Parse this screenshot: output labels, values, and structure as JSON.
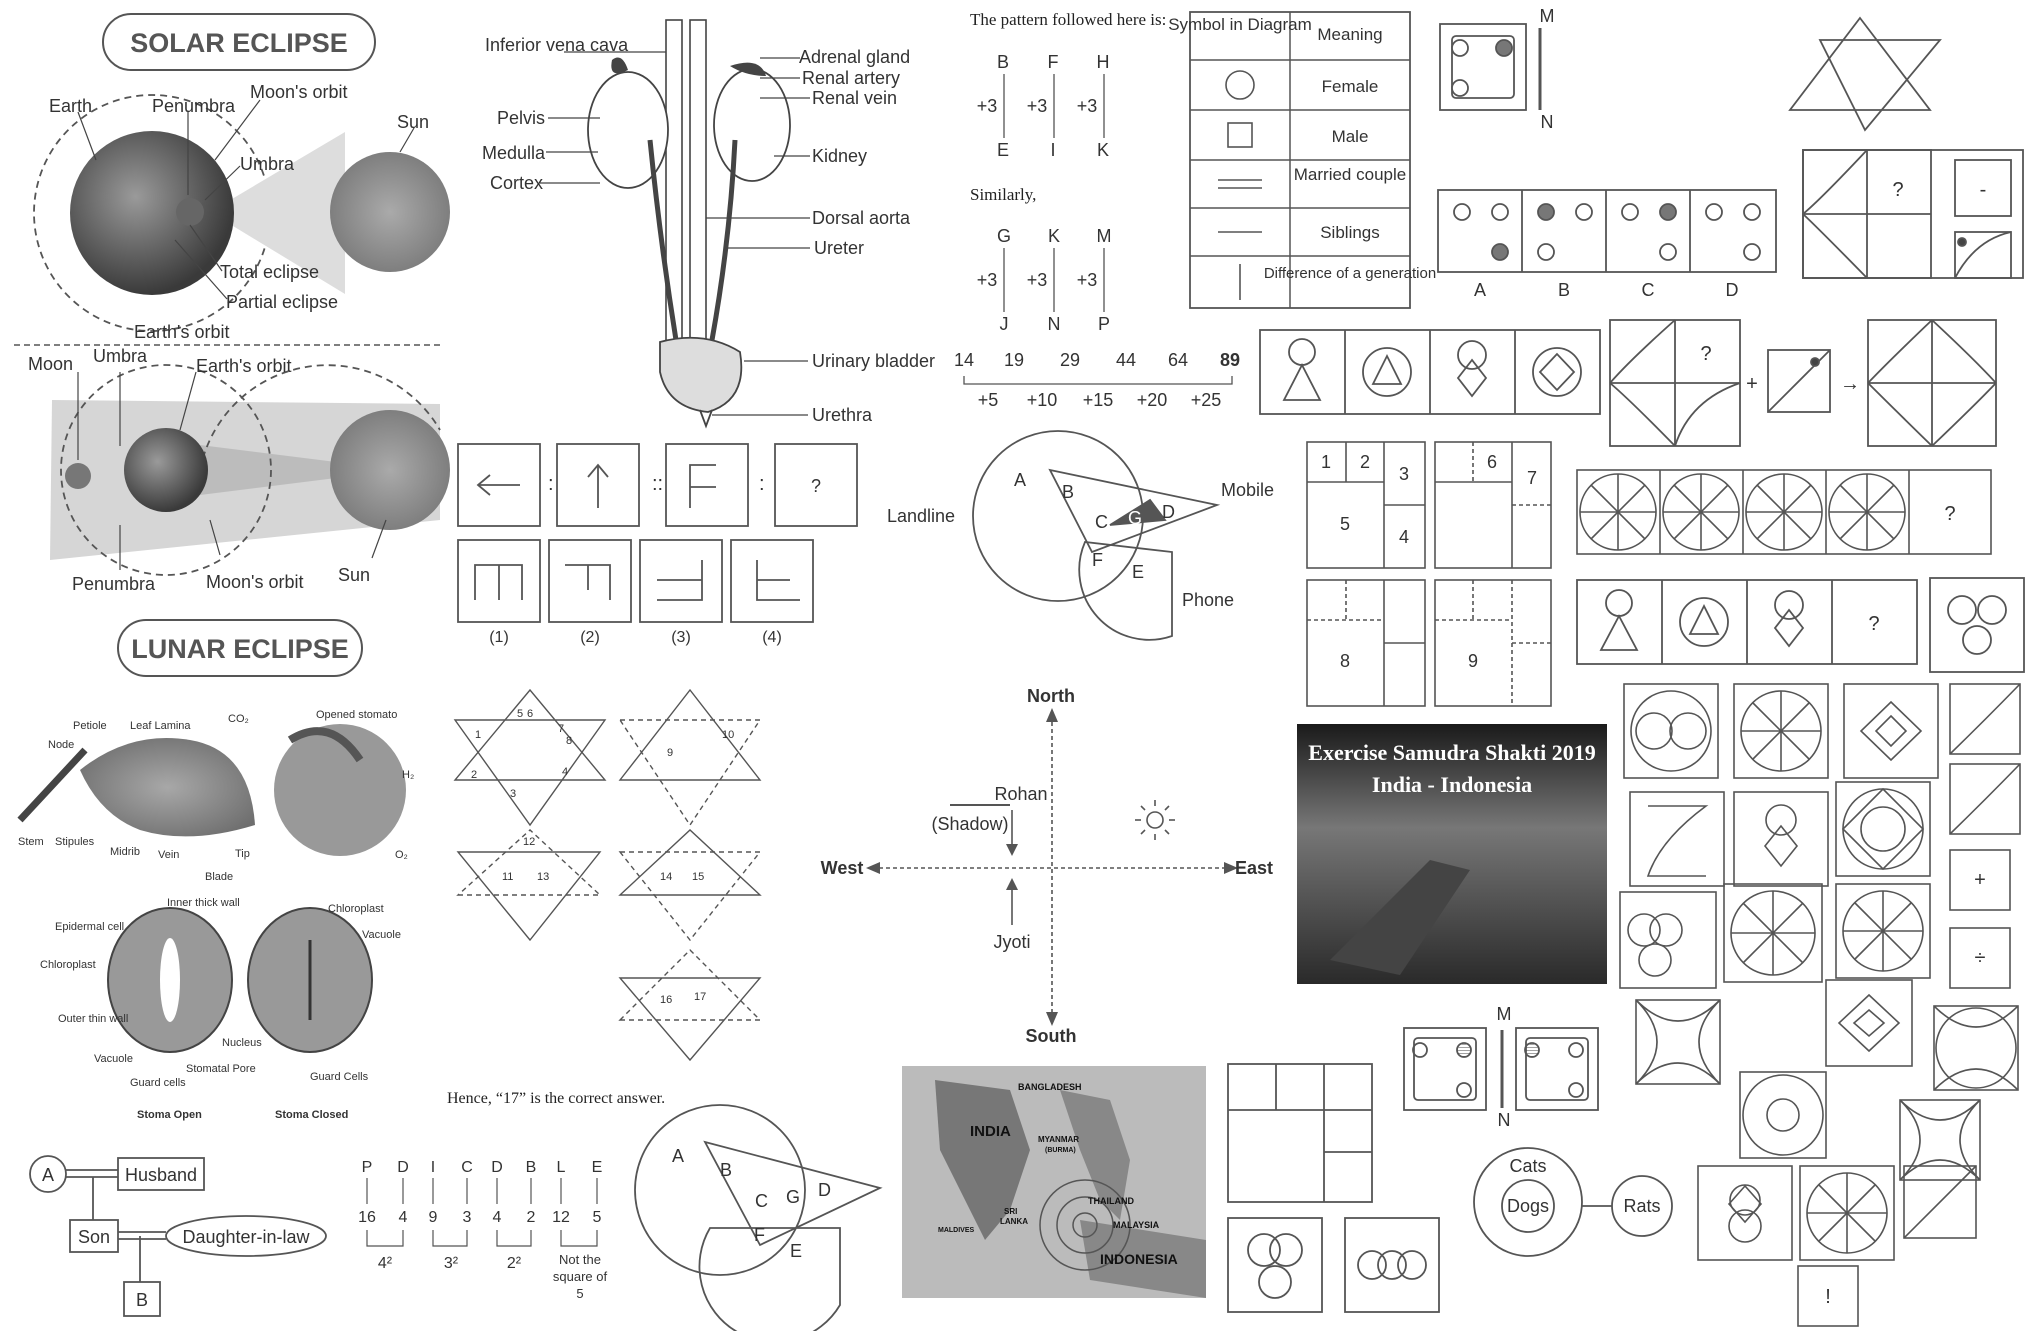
{
  "solar": {
    "title": "SOLAR ECLIPSE",
    "labels": [
      "Earth",
      "Penumbra",
      "Moon's orbit",
      "Sun",
      "Umbra",
      "Total eclipse",
      "Partial eclipse",
      "Earth's orbit"
    ]
  },
  "lunar": {
    "title": "LUNAR ECLIPSE",
    "labels": [
      "Moon",
      "Umbra",
      "Earth's orbit",
      "Penumbra",
      "Moon's orbit",
      "Sun"
    ]
  },
  "kidney": {
    "labels_left": [
      "Inferior vena cava",
      "Pelvis",
      "Medulla",
      "Cortex"
    ],
    "labels_right": [
      "Adrenal gland",
      "Renal artery",
      "Renal vein",
      "Kidney",
      "Dorsal aorta",
      "Ureter",
      "Urinary bladder",
      "Urethra"
    ]
  },
  "leaf": {
    "labels": [
      "Petiole",
      "Leaf Lamina",
      "Node",
      "Stem",
      "Stipules",
      "Midrib",
      "Vein",
      "Blade",
      "Tip",
      "CO₂",
      "Opened stomato",
      "H₂",
      "O₂"
    ]
  },
  "stoma": {
    "labels": [
      "Inner thick wall",
      "Chloroplast",
      "Epidermal cell",
      "Chloroplast",
      "Vacuole",
      "Outer thin wall",
      "Vacuole",
      "Nucleus",
      "Stomatal Pore",
      "Guard cells",
      "Guard Cells"
    ],
    "open": "Stoma Open",
    "closed": "Stoma Closed"
  },
  "pattern": {
    "intro": "The pattern followed here is:",
    "top_letters": [
      "B",
      "F",
      "H"
    ],
    "bottom_letters": [
      "E",
      "I",
      "K"
    ],
    "step": "+3",
    "similarly": "Similarly,",
    "top2": [
      "G",
      "K",
      "M"
    ],
    "bottom2": [
      "J",
      "N",
      "P"
    ]
  },
  "series": {
    "numbers": [
      "14",
      "19",
      "29",
      "44",
      "64",
      "89"
    ],
    "diffs": [
      "+5",
      "+10",
      "+15",
      "+20",
      "+25"
    ]
  },
  "symbols": {
    "head": [
      "Symbol in Diagram",
      "Meaning"
    ],
    "rows": [
      "Female",
      "Male",
      "Married couple",
      "Siblings",
      "Difference of a generation"
    ]
  },
  "mirror": {
    "m": "M",
    "n": "N",
    "options": [
      "A",
      "B",
      "C",
      "D"
    ]
  },
  "analogy": {
    "q": "?",
    "options": [
      "(1)",
      "(2)",
      "(3)",
      "(4)"
    ]
  },
  "venn": {
    "letters": [
      "A",
      "B",
      "C",
      "G",
      "D",
      "F",
      "E"
    ],
    "landline": "Landline",
    "mobile": "Mobile",
    "phone": "Phone"
  },
  "grids": {
    "cells": [
      "1",
      "2",
      "3",
      "5",
      "4",
      "6",
      "7",
      "8",
      "9"
    ]
  },
  "triangles": {
    "nums": [
      "5",
      "6",
      "1",
      "7",
      "8",
      "2",
      "4",
      "3",
      "9",
      "10",
      "11",
      "12",
      "13",
      "14",
      "15",
      "16",
      "17"
    ],
    "answer": "Hence, “17” is the correct answer."
  },
  "compass": {
    "north": "North",
    "south": "South",
    "east": "East",
    "west": "West",
    "rohan": "Rohan",
    "shadow": "(Shadow)",
    "jyoti": "Jyoti"
  },
  "photo": {
    "line1": "Exercise Samudra Shakti 2019",
    "line2": "India - Indonesia"
  },
  "map": {
    "labels": [
      "BANGLADESH",
      "INDIA",
      "MYANMAR",
      "(BURMA)",
      "SRI",
      "LANKA",
      "THAILAND",
      "MALAYSIA",
      "MALDIVES",
      "INDONESIA"
    ]
  },
  "family": {
    "a": "A",
    "husband": "Husband",
    "son": "Son",
    "dil": "Daughter-in-law",
    "b": "B"
  },
  "code": {
    "letters": [
      "P",
      "D",
      "I",
      "C",
      "D",
      "B",
      "L",
      "E"
    ],
    "nums": [
      "16",
      "4",
      "9",
      "3",
      "4",
      "2",
      "12",
      "5"
    ],
    "sq": [
      "4²",
      "3²",
      "2²"
    ],
    "note": [
      "Not the",
      "square of",
      "5"
    ]
  },
  "cats": {
    "cats": "Cats",
    "dogs": "Dogs",
    "rats": "Rats"
  },
  "ops": {
    "minus": "-",
    "plus": "+",
    "div": "÷",
    "excl": "!",
    "q": "?"
  }
}
